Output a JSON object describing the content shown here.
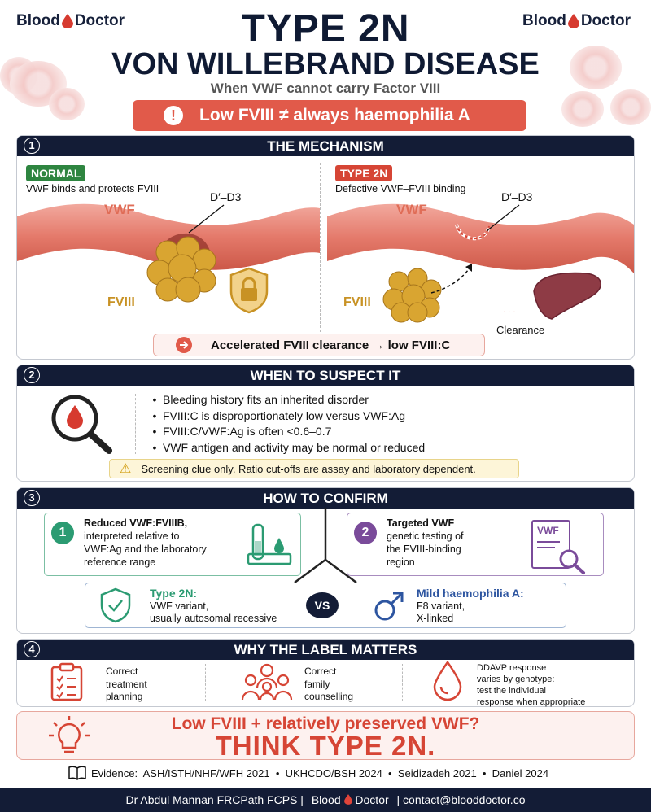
{
  "brand": {
    "left": "Blood",
    "right": "Doctor"
  },
  "header": {
    "title_line1": "TYPE 2N",
    "title_line2": "VON WILLEBRAND DISEASE",
    "subtitle": "When VWF cannot carry Factor VIII",
    "alert_icon": "!",
    "alert_text": "Low FVIII ≠ always haemophilia A"
  },
  "colors": {
    "navy": "#131c36",
    "alert_red": "#e15a4a",
    "normal_green": "#2e8540",
    "type2n_red": "#d64535",
    "gold": "#c89224"
  },
  "sections": [
    {
      "number": "1",
      "title": "THE MECHANISM"
    },
    {
      "number": "2",
      "title": "WHEN TO SUSPECT IT"
    },
    {
      "number": "3",
      "title": "HOW TO CONFIRM"
    },
    {
      "number": "4",
      "title": "WHY THE LABEL MATTERS"
    }
  ],
  "mechanism": {
    "normal": {
      "tag": "NORMAL",
      "caption": "VWF binds and protects FVIII",
      "vwf_label": "VWF",
      "domain_label": "D′–D3",
      "fviii_label": "FVIII",
      "icon": "lock-icon"
    },
    "type2n": {
      "tag": "TYPE 2N",
      "caption": "Defective VWF–FVIII binding",
      "vwf_label": "VWF",
      "domain_label": "D′–D3",
      "fviii_label": "FVIII",
      "clearance_label": "Clearance",
      "icon": "liver-icon"
    },
    "result_text": "Accelerated FVIII clearance → low FVIII:C"
  },
  "suspect": {
    "bullets": [
      "Bleeding history fits an inherited disorder",
      "FVIII:C is disproportionately low versus VWF:Ag",
      "FVIII:C/VWF:Ag is often <0.6–0.7",
      "VWF antigen and activity may be normal or reduced"
    ],
    "warning_icon": "⚠",
    "warning": "Screening clue only. Ratio cut-offs are assay and laboratory dependent."
  },
  "confirm": {
    "step1": {
      "number": "1",
      "bold": "Reduced VWF:FVIIIB,",
      "rest": [
        "interpreted relative to",
        "VWF:Ag and the laboratory",
        "reference range"
      ]
    },
    "step2": {
      "number": "2",
      "bold": "Targeted VWF",
      "rest": [
        "genetic testing of",
        "the FVIII-binding",
        "region"
      ],
      "doc_label": "VWF"
    },
    "type2n": {
      "title": "Type 2N:",
      "lines": [
        "VWF variant,",
        "usually autosomal recessive"
      ]
    },
    "vs": "VS",
    "haemophilia": {
      "title": "Mild haemophilia A:",
      "lines": [
        "F8 variant,",
        "X-linked"
      ]
    }
  },
  "why": {
    "items": [
      {
        "icon": "clipboard-icon",
        "lines": [
          "Correct",
          "treatment",
          "planning"
        ]
      },
      {
        "icon": "family-icon",
        "lines": [
          "Correct",
          "family",
          "counselling"
        ]
      },
      {
        "icon": "blood-drop-icon",
        "lines": [
          "DDAVP response",
          "varies by genotype:",
          "test the individual",
          "response when appropriate"
        ]
      }
    ]
  },
  "think": {
    "question": "Low FVIII + relatively preserved VWF?",
    "answer": "THINK TYPE 2N."
  },
  "evidence": "Evidence:  ASH/ISTH/NHF/WFH 2021  •  UKHCDO/BSH 2024  •  Seidizadeh 2021  •  Daniel 2024",
  "footer": {
    "author": "Dr Abdul Mannan FRCPath FCPS  |",
    "brand_blood": "Blood",
    "brand_doctor": "Doctor",
    "contact": "|  contact@blooddoctor.co"
  }
}
